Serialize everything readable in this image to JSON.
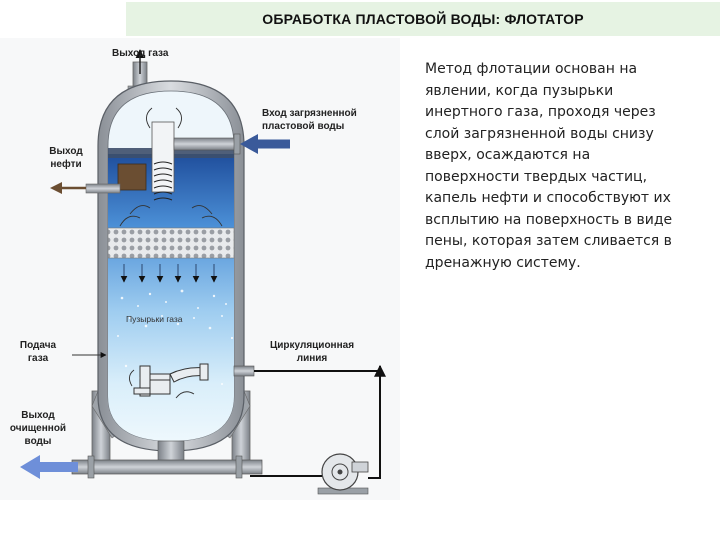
{
  "title": "ОБРАБОТКА ПЛАСТОВОЙ ВОДЫ: ФЛОТАТОР",
  "description": "Метод флотации основан на явлении, когда пузырьки инертного газа, проходя через слой загрязненной воды снизу вверх, осаждаются на поверхности твердых частиц, капель нефти и способствуют их всплытию на поверхность в виде пены, которая затем сливается в дренажную систему.",
  "diagram": {
    "gas_outlet": "Выход газа",
    "dirty_water_inlet": [
      "Вход загрязненной",
      "пластовой воды"
    ],
    "oil_outlet": [
      "Выход",
      "нефти"
    ],
    "gas_bubbles": "Пузырьки газа",
    "gas_supply": [
      "Подача",
      "газа"
    ],
    "circulation_line": [
      "Циркуляционная",
      "линия"
    ],
    "clean_water_outlet": [
      "Выход",
      "очищенной",
      "воды"
    ]
  },
  "colors": {
    "title_bg": "#e6f3e3",
    "inlet_arrow": "#3a5a9a",
    "outlet_arrow": "#6e8fd9",
    "oil": "#6b4e32",
    "water": "#5fa0e0"
  }
}
